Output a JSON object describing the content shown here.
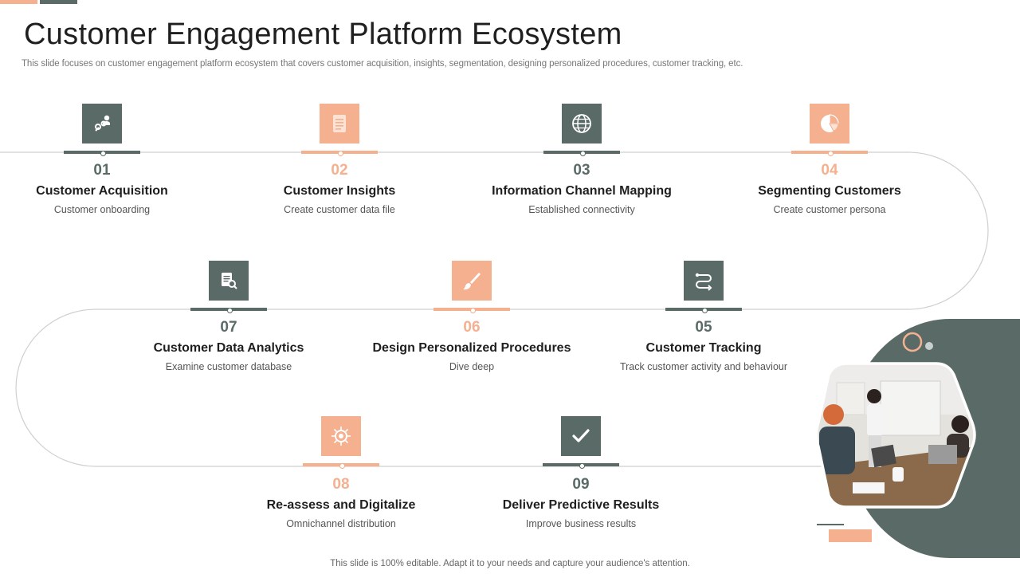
{
  "title": "Customer Engagement Platform Ecosystem",
  "subtitle": "This slide focuses on customer engagement platform ecosystem that covers customer acquisition, insights, segmentation, designing personalized procedures, customer tracking, etc.",
  "footer": "This slide is 100% editable. Adapt it to your needs and capture your audience's attention.",
  "colors": {
    "dark": "#5a6b67",
    "peach": "#f4b08f",
    "line": "#cfcfcf"
  },
  "steps": [
    {
      "num": "01",
      "name": "Customer Acquisition",
      "desc": "Customer onboarding",
      "icon": "handshake-icon",
      "tone": "dark"
    },
    {
      "num": "02",
      "name": "Customer Insights",
      "desc": "Create  customer data file",
      "icon": "document-icon",
      "tone": "peach"
    },
    {
      "num": "03",
      "name": "Information Channel Mapping",
      "desc": "Established connectivity",
      "icon": "globe-icon",
      "tone": "dark"
    },
    {
      "num": "04",
      "name": "Segmenting Customers",
      "desc": "Create customer persona",
      "icon": "pie-chart-icon",
      "tone": "peach"
    },
    {
      "num": "05",
      "name": "Customer Tracking",
      "desc": "Track customer activity and behaviour",
      "icon": "route-icon",
      "tone": "dark"
    },
    {
      "num": "06",
      "name": "Design Personalized Procedures",
      "desc": "Dive  deep",
      "icon": "brush-icon",
      "tone": "peach"
    },
    {
      "num": "07",
      "name": "Customer Data Analytics",
      "desc": "Examine customer database",
      "icon": "document-search-icon",
      "tone": "dark"
    },
    {
      "num": "08",
      "name": "Re-assess  and Digitalize",
      "desc": "Omnichannel distribution",
      "icon": "digital-gear-icon",
      "tone": "peach"
    },
    {
      "num": "09",
      "name": "Deliver Predictive Results",
      "desc": "Improve  business results",
      "icon": "checkmark-icon",
      "tone": "dark"
    }
  ]
}
